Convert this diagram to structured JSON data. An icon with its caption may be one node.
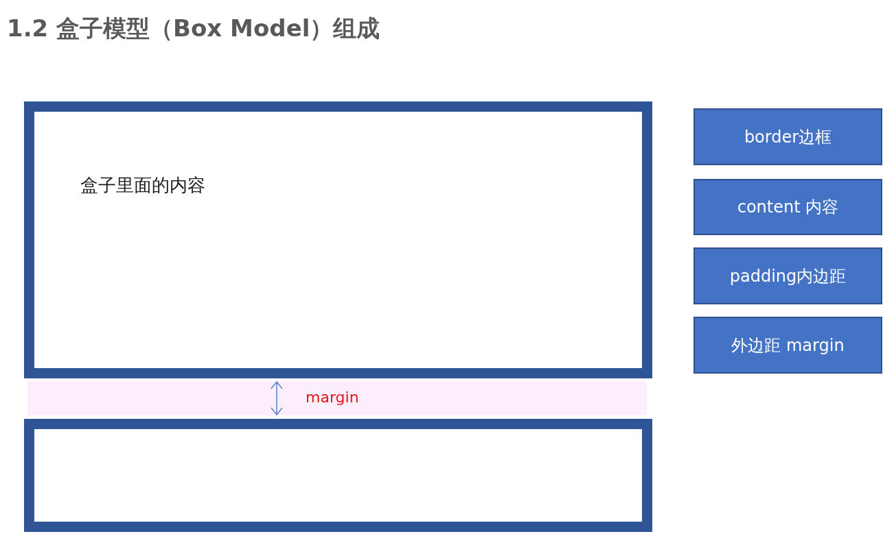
{
  "diagram": {
    "title": "1.2 盒子模型（Box Model）组成",
    "nodes": [
      {
        "text": [
          "盒子里面的内容"
        ]
      },
      {
        "text": [
          "margin"
        ]
      },
      {
        "text": [],
        "shape": "box"
      },
      {
        "text": [
          "border边框"
        ]
      },
      {
        "text": [
          "content 内容"
        ]
      },
      {
        "text": [
          "padding内边距"
        ]
      },
      {
        "text": [
          "外边距 margin"
        ]
      }
    ]
  }
}
